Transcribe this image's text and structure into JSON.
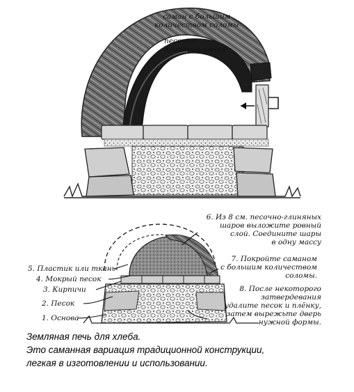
{
  "top": {
    "label_straw": [
      "саман с большим",
      "количеством соломы"
    ],
    "label_sandclay": [
      "песочно-",
      "глиняная смесь"
    ]
  },
  "steps_left": [
    "5. Пластик или ткань",
    "4. Мокрый песок",
    "3. Кирпичи",
    "2. Песок",
    "1. Основа"
  ],
  "steps_right": {
    "step6": [
      "6. Из 8 см. песочно-глиняных",
      "шаров выложите ровный",
      "слой. Соедините шары",
      "в одну массу"
    ],
    "step7": [
      "7. Покройте саманом",
      "с большим количеством",
      "соломы."
    ],
    "step8": [
      "8. После некоторого",
      "затвердевания",
      "удалите песок и плёнку,",
      "затем вырежьте дверь",
      "нужной формы."
    ]
  },
  "caption": {
    "title": "Земляная печь для хлеба.",
    "line1": "Это саманная вариация традиционной конструкции,",
    "line2": "легкая в изготовлении и использовании."
  }
}
